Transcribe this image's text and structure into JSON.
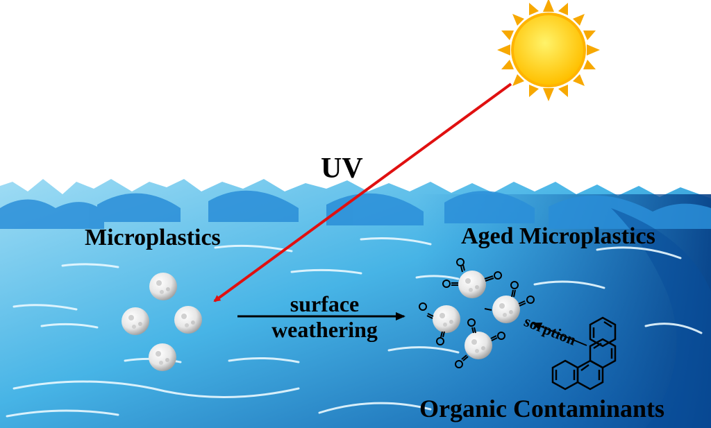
{
  "labels": {
    "uv": "UV",
    "microplastics": "Microplastics",
    "aged_microplastics": "Aged Microplastics",
    "process_line1": "surface",
    "process_line2": "weathering",
    "sorption": "sorption",
    "organic_contaminants": "Organic Contaminants",
    "carbonyl_oxygen": "O"
  },
  "colors": {
    "sky": "#ffffff",
    "water_light": "#8fd6f2",
    "water_mid": "#2f9fde",
    "water_deep": "#0a4f9b",
    "foam": "#e9f8ff",
    "sun_core": "#ffd21a",
    "sun_rays": "#f7a800",
    "uv_arrow": "#e01010",
    "text": "#000000"
  },
  "icons": {
    "sun": "sun-icon",
    "particle": "microplastic-particle-icon",
    "molecule": "polycyclic-aromatic-molecule-icon"
  }
}
